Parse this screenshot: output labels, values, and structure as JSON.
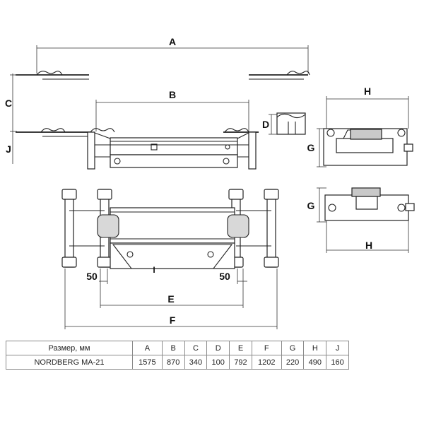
{
  "diagram": {
    "dimension_labels": {
      "A": "A",
      "B": "B",
      "C": "C",
      "D": "D",
      "E": "E",
      "F": "F",
      "G_top": "G",
      "G_bottom": "G",
      "H_top": "H",
      "H_bottom": "H",
      "I": "I",
      "J": "J",
      "offset_left": "50",
      "offset_right": "50"
    }
  },
  "table": {
    "header_label": "Размер, мм",
    "columns": [
      "A",
      "B",
      "C",
      "D",
      "E",
      "F",
      "G",
      "H",
      "J"
    ],
    "model": "NORDBERG MA-21",
    "values": [
      "1575",
      "870",
      "340",
      "100",
      "792",
      "1202",
      "220",
      "490",
      "160"
    ]
  }
}
